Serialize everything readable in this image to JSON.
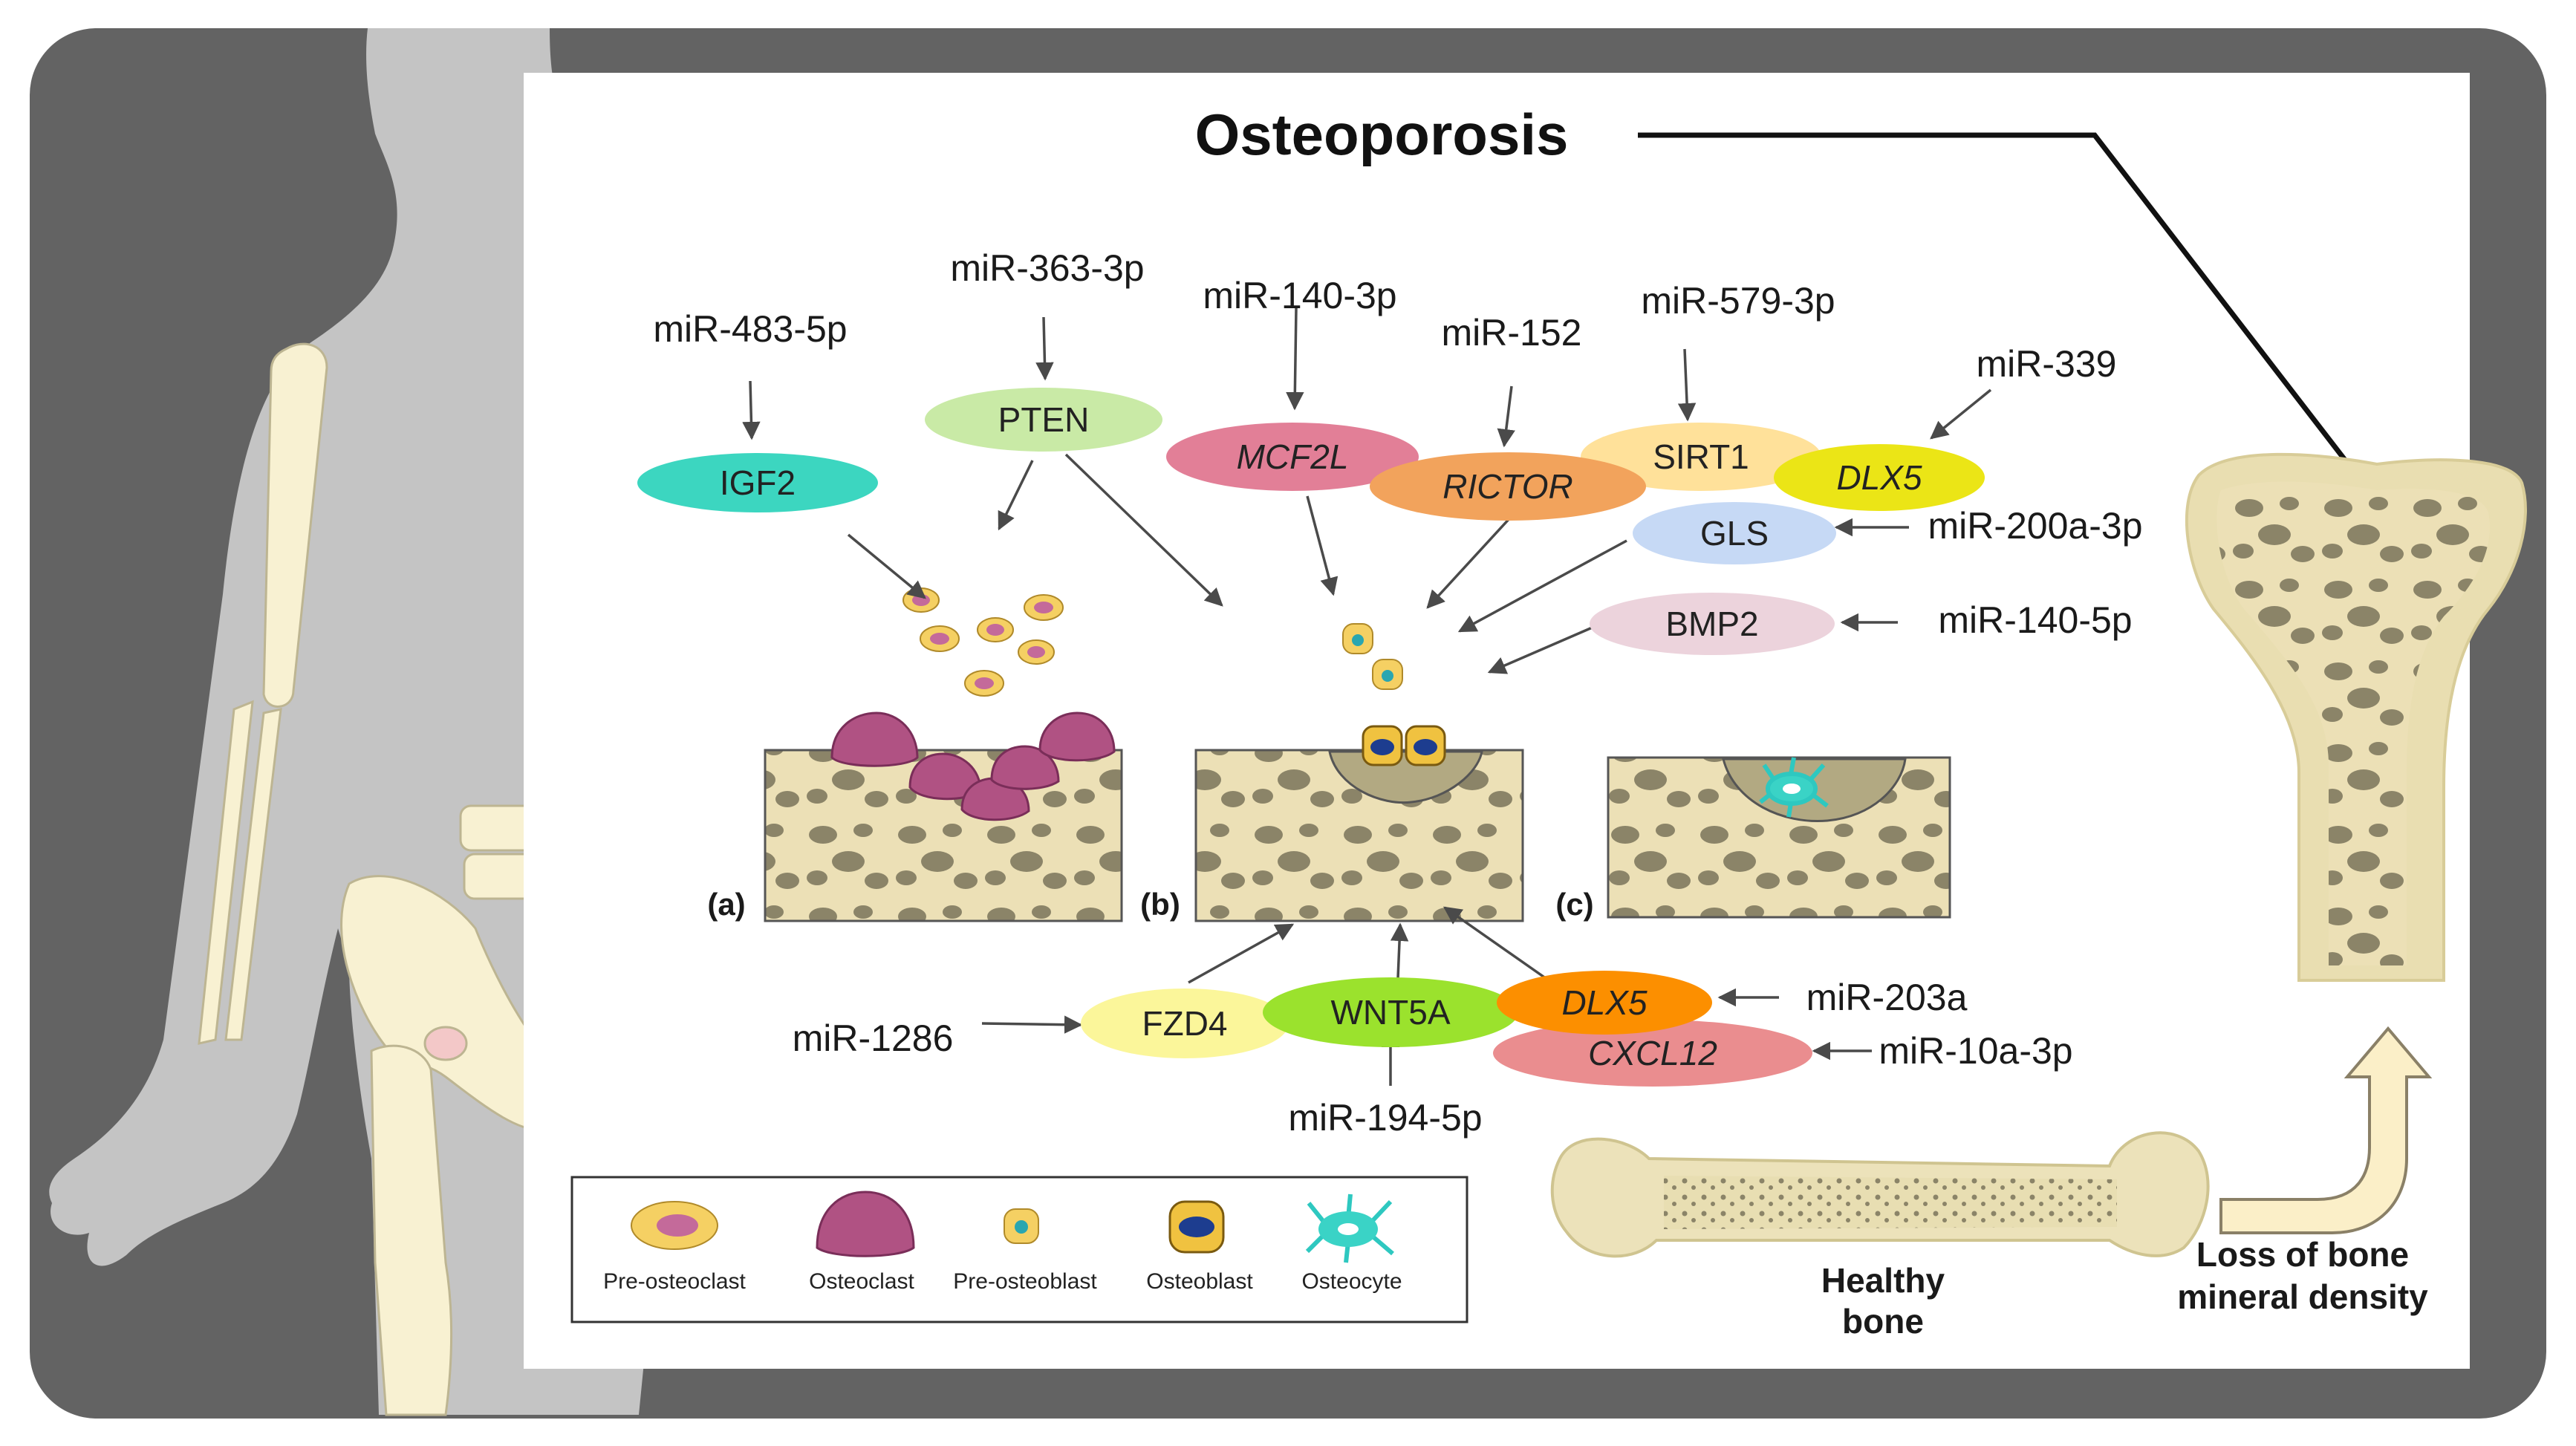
{
  "title": "Osteoporosis",
  "mirnas": {
    "m483": "miR-483-5p",
    "m363": "miR-363-3p",
    "m140_3p": "miR-140-3p",
    "m152": "miR-152",
    "m579": "miR-579-3p",
    "m339": "miR-339",
    "m200a": "miR-200a-3p",
    "m140_5p": "miR-140-5p",
    "m1286": "miR-1286",
    "m194": "miR-194-5p",
    "m203a": "miR-203a",
    "m10a": "miR-10a-3p"
  },
  "genes": {
    "igf2": "IGF2",
    "pten": "PTEN",
    "mcf2l": "MCF2L",
    "rictor": "RICTOR",
    "sirt1": "SIRT1",
    "dlx5_top": "DLX5",
    "gls": "GLS",
    "bmp2": "BMP2",
    "fzd4": "FZD4",
    "wnt5a": "WNT5A",
    "dlx5_bottom": "DLX5",
    "cxcl12": "CXCL12"
  },
  "panels": {
    "a": "(a)",
    "b": "(b)",
    "c": "(c)"
  },
  "legend": {
    "pre_osteoclast": "Pre-osteoclast",
    "osteoclast": "Osteoclast",
    "pre_osteoblast": "Pre-osteoblast",
    "osteoblast": "Osteoblast",
    "osteocyte": "Osteocyte"
  },
  "notes": {
    "healthy_1": "Healthy",
    "healthy_2": "bone",
    "loss_1": "Loss of bone",
    "loss_2": "mineral density"
  },
  "colors": {
    "igf2": "#3cd6c0",
    "pten": "#c9eaa6",
    "mcf2l": "#e27f97",
    "rictor": "#f2a35c",
    "sirt1": "#ffe19a",
    "dlx5_top": "#ebe516",
    "gls": "#c6d9f5",
    "bmp2": "#ecd3dc",
    "fzd4": "#fbf69a",
    "wnt5a": "#9be22d",
    "dlx5_bottom": "#fc8f00",
    "cxcl12": "#ea8d8f",
    "frame": "#636363",
    "bone": "#ece0b6",
    "pore": "#8b8468"
  }
}
